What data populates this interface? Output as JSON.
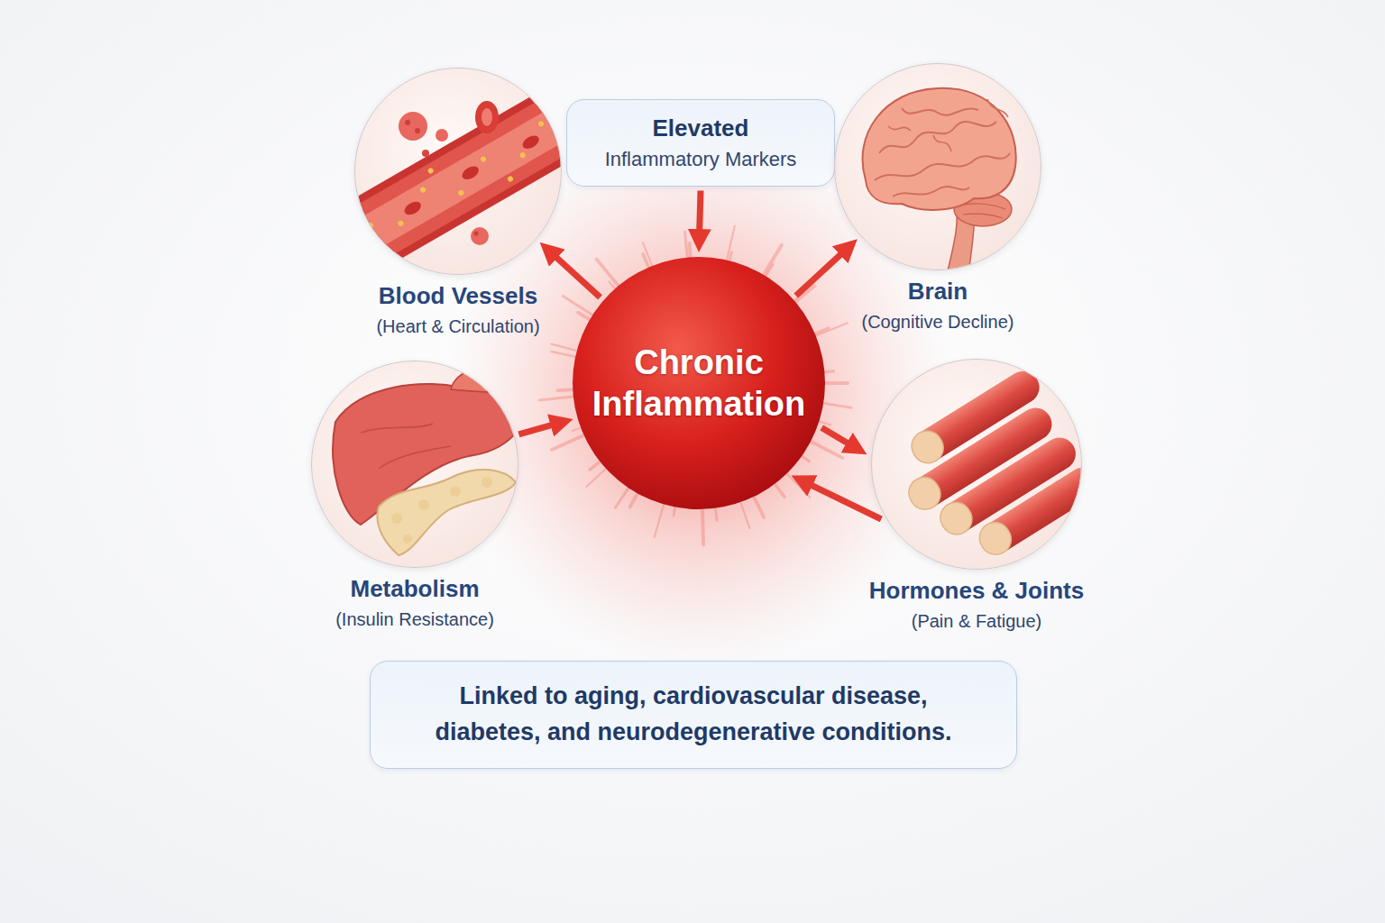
{
  "diagram": {
    "nodes": [
      {
        "text": [
          "Blood Vessels",
          "(Heart & Circulation)"
        ]
      },
      {
        "text": [
          "Elevated",
          "Inflammatory Markers"
        ]
      },
      {
        "text": [
          "Brain",
          "(Cognitive Decline)"
        ]
      },
      {
        "text": [
          "Chronic Inflammation"
        ]
      },
      {
        "text": [
          "Metabolism",
          "(Insulin Resistance)"
        ]
      },
      {
        "text": [
          "Hormones & Joints",
          "(Pain & Fatigue)"
        ]
      },
      {
        "text": [
          "Linked to aging, cardiovascular disease, diabetes, and neurodegenerative conditions."
        ]
      }
    ],
    "edges": [
      {
        "from": 1,
        "to": 3,
        "arrow": "to"
      },
      {
        "from": 3,
        "to": 0,
        "arrow": "to"
      },
      {
        "from": 3,
        "to": 2,
        "arrow": "to"
      },
      {
        "from": 4,
        "to": 3,
        "arrow": "to"
      },
      {
        "from": 3,
        "to": 5,
        "arrow": "to"
      },
      {
        "from": 5,
        "to": 3,
        "arrow": "to"
      }
    ]
  }
}
